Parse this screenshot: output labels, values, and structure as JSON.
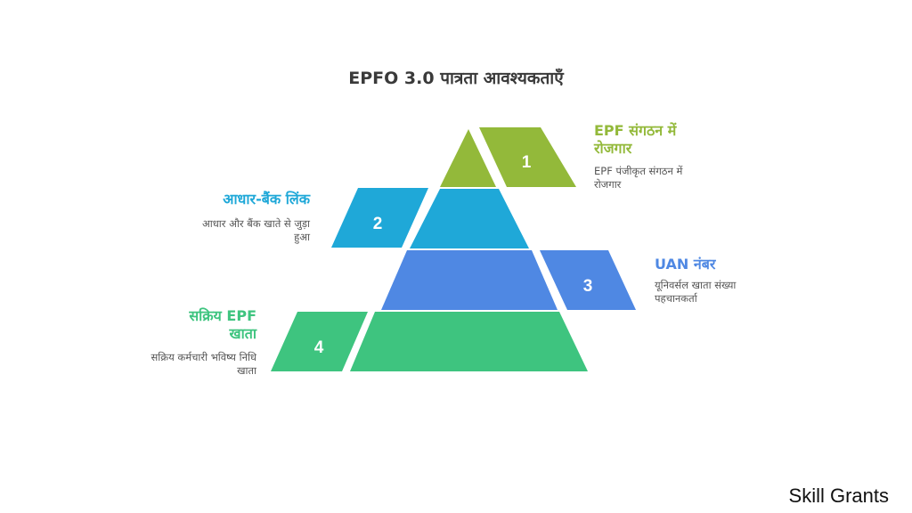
{
  "title": "EPFO 3.0 पात्रता आवश्यकताएँ",
  "colors": {
    "tier1": "#93b93a",
    "tier2": "#1fa8d8",
    "tier3": "#4f88e3",
    "tier4": "#3ec47f"
  },
  "tiers": [
    {
      "number": "1",
      "label": "EPF संगठन में रोजगार",
      "description": "EPF पंजीकृत संगठन में रोजगार"
    },
    {
      "number": "2",
      "label": "आधार-बैंक लिंक",
      "description": "आधार और बैंक खाते से जुड़ा हुआ"
    },
    {
      "number": "3",
      "label": "UAN नंबर",
      "description": "यूनिवर्सल खाता संख्या पहचानकर्ता"
    },
    {
      "number": "4",
      "label": "सक्रिय EPF खाता",
      "description": "सक्रिय कर्मचारी भविष्य निधि खाता"
    }
  ],
  "brand": "Skill Grants"
}
